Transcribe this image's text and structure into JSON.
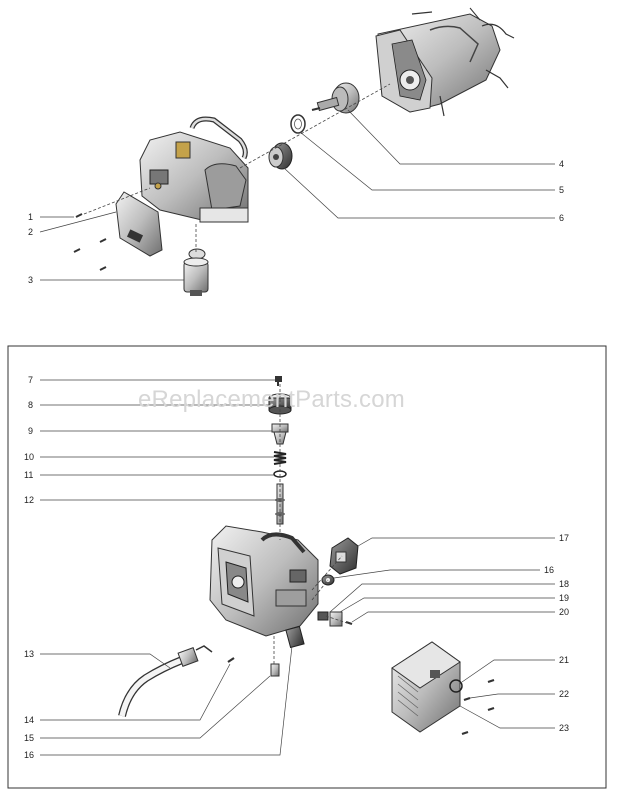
{
  "watermark": "eReplacementParts.com",
  "upper_callouts": [
    {
      "num": "1"
    },
    {
      "num": "2"
    },
    {
      "num": "3"
    },
    {
      "num": "4"
    },
    {
      "num": "5"
    },
    {
      "num": "6"
    }
  ],
  "lower_callouts": [
    {
      "num": "7"
    },
    {
      "num": "8"
    },
    {
      "num": "9"
    },
    {
      "num": "10"
    },
    {
      "num": "11"
    },
    {
      "num": "12"
    },
    {
      "num": "13"
    },
    {
      "num": "14"
    },
    {
      "num": "15"
    },
    {
      "num": "16"
    },
    {
      "num": "17"
    },
    {
      "num": "16"
    },
    {
      "num": "18"
    },
    {
      "num": "19"
    },
    {
      "num": "20"
    },
    {
      "num": "21"
    },
    {
      "num": "22"
    },
    {
      "num": "23"
    }
  ]
}
